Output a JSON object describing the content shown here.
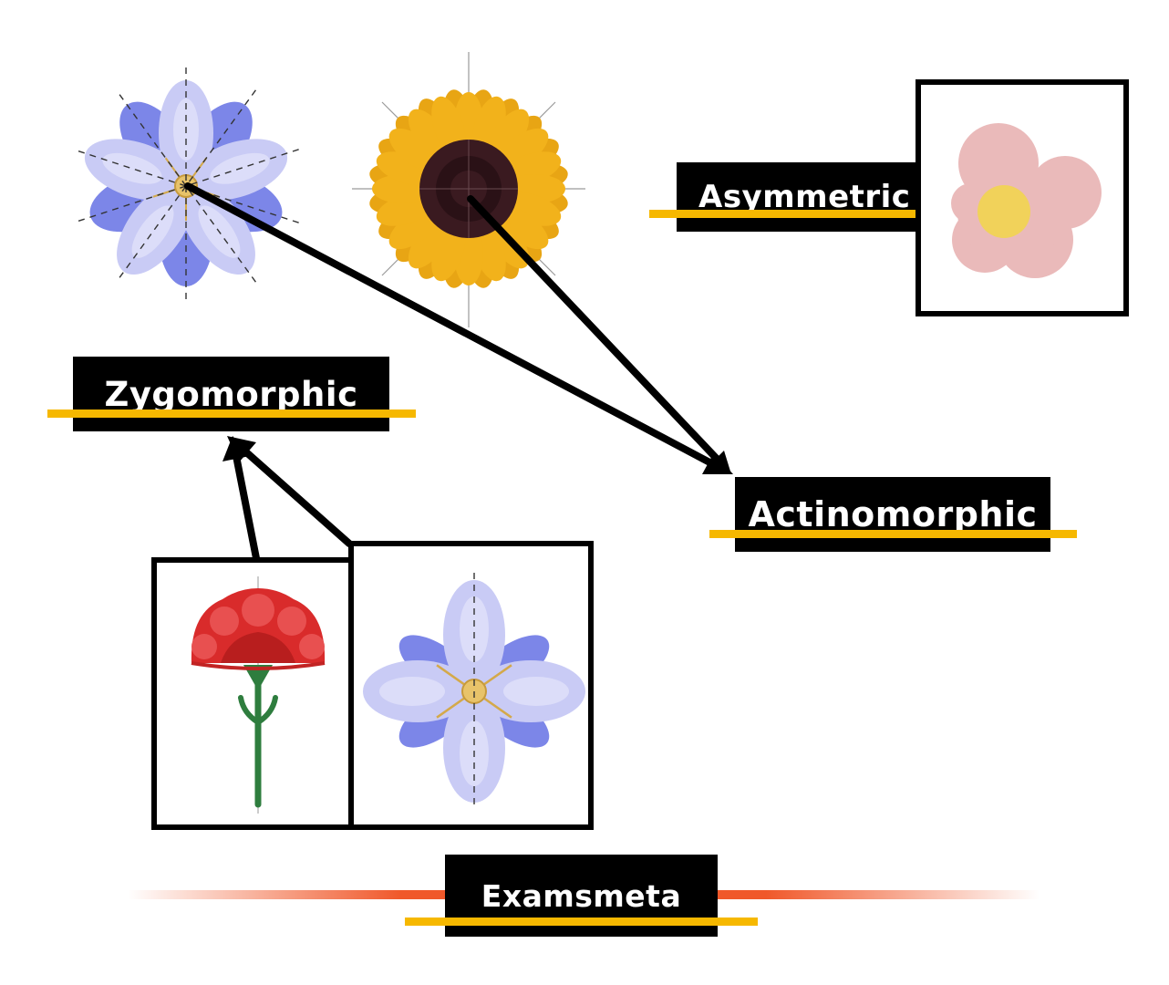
{
  "labels": {
    "asymmetric": "Asymmetric",
    "zygomorphic": "Zygomorphic",
    "actinomorphic": "Actinomorphic",
    "brand": "Examsmeta"
  },
  "colors": {
    "accent_stripe": "#F6B800",
    "brand_line": "#F0582A",
    "label_bg": "#000000",
    "label_text": "#FFFFFF",
    "periwinkle_petal": "#C9CBF5",
    "periwinkle_back_petal": "#7C86E8",
    "sunflower_petal": "#F2B21B",
    "sunflower_center": "#3A1A20",
    "begonia_petal": "#EABABA",
    "begonia_center": "#F1D25A",
    "carnation_red": "#D92B2B",
    "stem_green": "#2E7D3E"
  },
  "illustrations": [
    "radial-flower-with-symmetry-lines",
    "sunflower-with-symmetry-lines",
    "asymmetric-begonia-flower",
    "carnation-flower",
    "bilateral-flower-with-symmetry-line"
  ]
}
